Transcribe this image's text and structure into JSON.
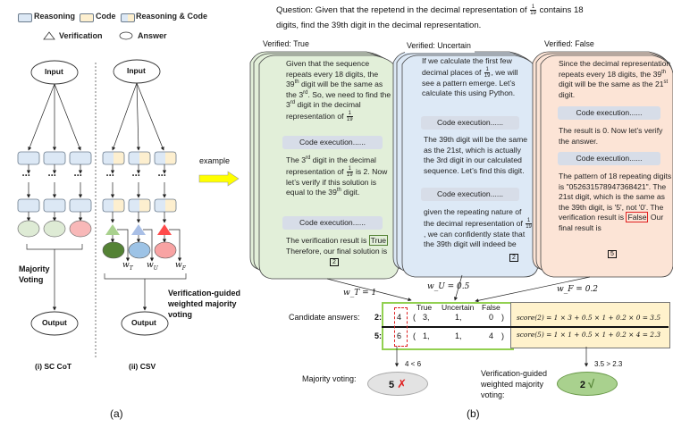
{
  "legend": {
    "reasoning": "Reasoning",
    "code": "Code",
    "reasoning_code": "Reasoning & Code",
    "verification": "Verification",
    "answer": "Answer"
  },
  "panel_a": {
    "sc_cot": {
      "input": "Input",
      "output": "Output",
      "vote_label_1": "Majority",
      "vote_label_2": "Voting",
      "caption": "(i) SC CoT",
      "dots": "•••"
    },
    "csv": {
      "input": "Input",
      "output": "Output",
      "weights": [
        "w_T",
        "w_U",
        "w_F"
      ],
      "vote_label_1": "Verification-guided",
      "vote_label_2": "weighted majority",
      "vote_label_3": "voting",
      "caption": "(ii) CSV",
      "dots": "•••"
    },
    "label": "(a)"
  },
  "example_label": "example",
  "panel_b": {
    "question_1": "Question: Given that the repetend in the decimal representation of",
    "question_frac_num": "1",
    "question_frac_den": "19",
    "question_2": "contains 18",
    "question_3": "digits, find the 39th digit in the decimal representation.",
    "cards": [
      {
        "verdict": "Verified: True",
        "code_exec": "Code execution......",
        "final_answer": "2",
        "highlight": "True",
        "weight": "w_T = 1"
      },
      {
        "verdict": "Verified: Uncertain",
        "code_exec": "Code execution......",
        "final_answer": "2",
        "weight": "w_U = 0.5"
      },
      {
        "verdict": "Verified: False",
        "code_exec": "Code execution......",
        "final_answer": "5",
        "highlight": "False",
        "weight": "w_F = 0.2"
      }
    ],
    "table": {
      "label": "Candidate answers:",
      "headers": [
        "True",
        "Uncertain",
        "False"
      ],
      "rows": [
        {
          "answer": "2:",
          "count": "4",
          "true": "3,",
          "uncertain": "1,",
          "false": "0",
          "score": "score(2) = 1 × 3 + 0.5 × 1 + 0.2 × 0 = 3.5"
        },
        {
          "answer": "5:",
          "count": "6",
          "true": "1,",
          "uncertain": "1,",
          "false": "4",
          "score": "score(5) = 1 × 1 + 0.5 × 1 + 0.2 × 4 = 2.3"
        }
      ]
    },
    "majority": {
      "label": "Majority voting:",
      "compare": "4 < 6",
      "result": "5",
      "mark": "✗"
    },
    "weighted": {
      "label_1": "Verification-guided",
      "label_2": "weighted majority",
      "label_3": "voting:",
      "compare": "3.5 > 2.3",
      "result": "2",
      "mark": "√"
    },
    "label": "(b)"
  },
  "colors": {
    "reasoning": "#dce8f5",
    "code": "#fdefcf",
    "answer_green_light": "#deebd5",
    "answer_red_light": "#f8b8b8",
    "true_green": "#548235",
    "uncertain_blue": "#9dc3e6",
    "false_red": "#ff4b4b",
    "tri_green": "#a9d18e",
    "tri_blue": "#a9bfe6",
    "card_green": "#e2efd9",
    "card_blue": "#dde9f6",
    "card_red": "#fce4d6",
    "arrow_yellow": "#ffff00",
    "table_border": "#92d050",
    "score_bg": "#fff2cc"
  }
}
